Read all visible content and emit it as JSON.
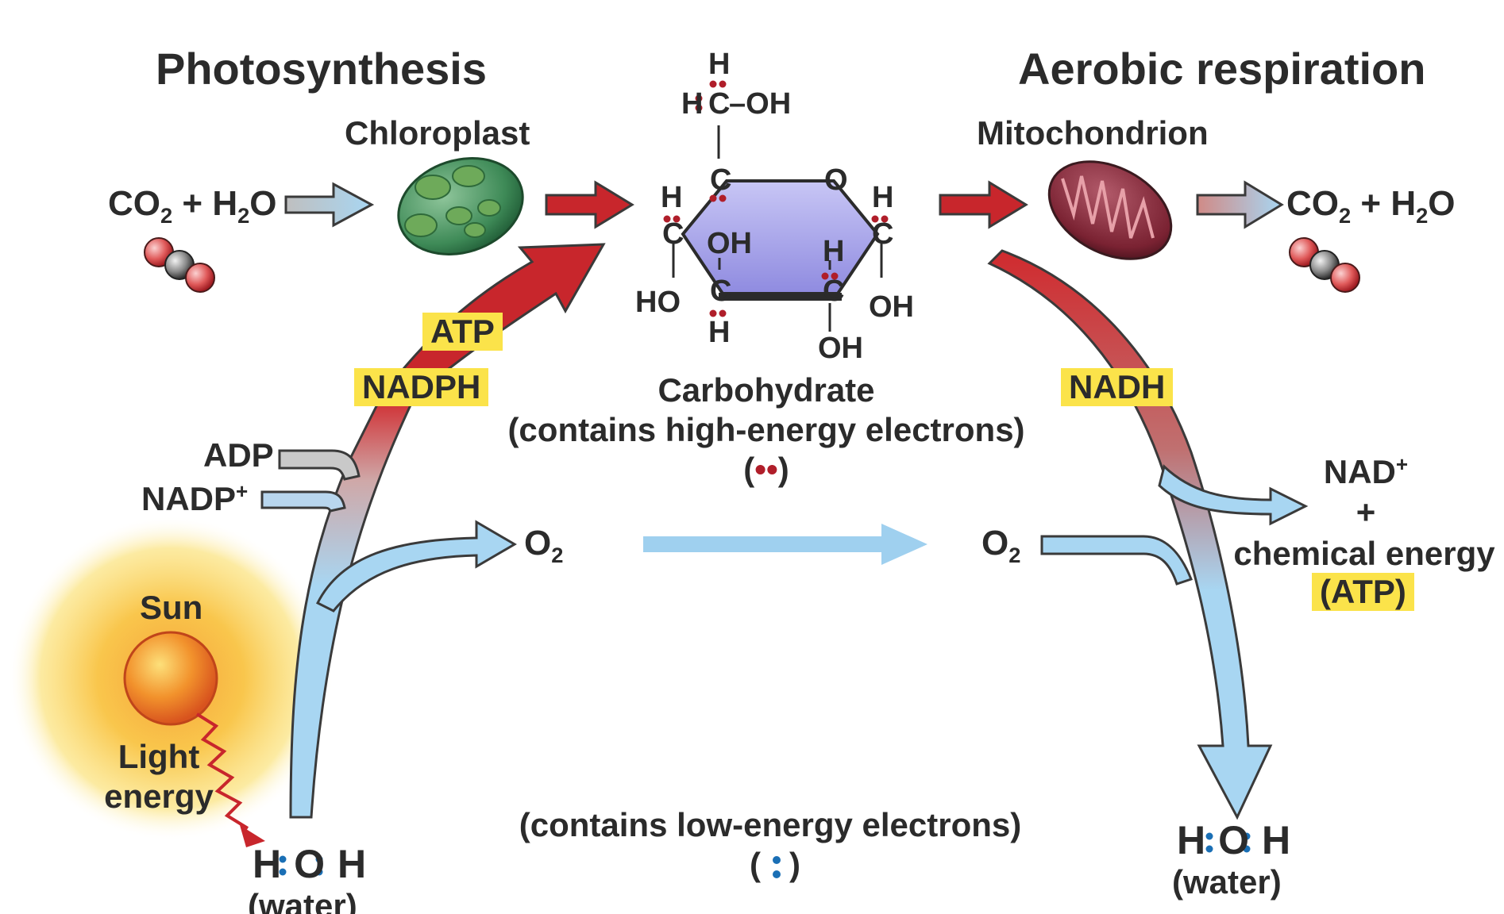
{
  "titles": {
    "photosynthesis": "Photosynthesis",
    "respiration": "Aerobic respiration"
  },
  "organelles": {
    "chloroplast": "Chloroplast",
    "mitochondrion": "Mitochondrion"
  },
  "left_reactants": {
    "co2": "CO",
    "sub2": "2",
    "plus": " + H",
    "h2o_sub": "2",
    "o": "O"
  },
  "right_products": {
    "co2": "CO",
    "sub2": "2",
    "plus": " + H",
    "h2o_sub": "2",
    "o": "O"
  },
  "carbohydrate": {
    "label": "Carbohydrate",
    "note": "(contains high-energy electrons)",
    "symbol_open": "(",
    "symbol_dots": "••",
    "symbol_close": ")",
    "atoms": {
      "h_top": "H",
      "hc": "H",
      "c_top": "C",
      "oh_top": "–OH",
      "c1": "C",
      "o_ring": "O",
      "h_left": "H",
      "c_left": "C",
      "oh_inner": "OH",
      "ho_left": "HO",
      "c_bl": "C",
      "h_bl": "H",
      "h_inner": "H",
      "c_br": "C",
      "oh_bottom": "OH",
      "h_right": "H",
      "c_right": "C",
      "oh_right": "OH"
    }
  },
  "left_flow": {
    "atp": "ATP",
    "nadph": "NADPH",
    "adp": "ADP",
    "nadp": "NADP",
    "nadp_sup": "+",
    "o2": "O",
    "o2_sub": "2"
  },
  "right_flow": {
    "nadh": "NADH",
    "nad": "NAD",
    "nad_sup": "+",
    "plus": "+",
    "chem_energy": "chemical energy",
    "atp": "(ATP)",
    "o2": "O",
    "o2_sub": "2"
  },
  "sun": {
    "label": "Sun",
    "light": "Light",
    "energy": "energy"
  },
  "water_left": {
    "h1": "H",
    "o": "O",
    "h2": "H",
    "label": "(water)"
  },
  "water_right": {
    "h1": "H",
    "o": "O",
    "h2": "H",
    "label": "(water)"
  },
  "low_energy": {
    "note": "(contains low-energy electrons)",
    "open": "(",
    "close": ")"
  },
  "colors": {
    "red_arrow": "#c8262c",
    "blue_arrow": "#9fd0ef",
    "arrow_stroke": "#3a3a3a",
    "highlight": "#fbe34a",
    "hexagon": "#a9a6ec",
    "chloroplast": "#3e8a57",
    "mitochondrion": "#8c2a3a",
    "electron_red": "#b01e2a",
    "electron_blue": "#1a6fb5"
  }
}
